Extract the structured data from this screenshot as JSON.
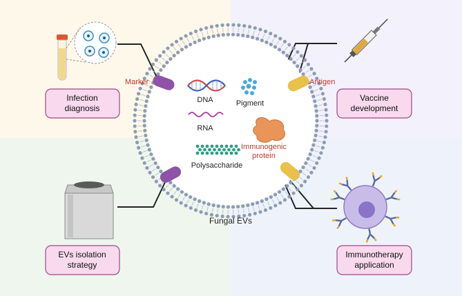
{
  "center": {
    "label": "Fungal EVs"
  },
  "cargo": {
    "dna": "DNA",
    "rna": "RNA",
    "pigment": "Pigment",
    "polysaccharide": "Polysaccharide",
    "immunogenic_line1": "Immunogenic",
    "immunogenic_line2": "protein"
  },
  "markers": {
    "marker": "Marker",
    "antigen": "Antigen"
  },
  "boxes": {
    "infection": [
      "Infection",
      "diagnosis"
    ],
    "vaccine": [
      "Vaccine",
      "development"
    ],
    "isolation": [
      "EVs isolation",
      "strategy"
    ],
    "immunotherapy": [
      "Immunotherapy",
      "application"
    ]
  },
  "colors": {
    "q_top_left": "#fdf8ea",
    "q_top_right": "#f3f1fb",
    "q_bottom_left": "#eef6ee",
    "q_bottom_right": "#eef3fb",
    "box_fill": "#f8d9ee",
    "box_stroke": "#9a4a86",
    "membrane": "#8d9cb3",
    "red_label": "#c0392b",
    "purple_protein": "#8e52a8",
    "yellow_protein": "#e8c04a"
  }
}
